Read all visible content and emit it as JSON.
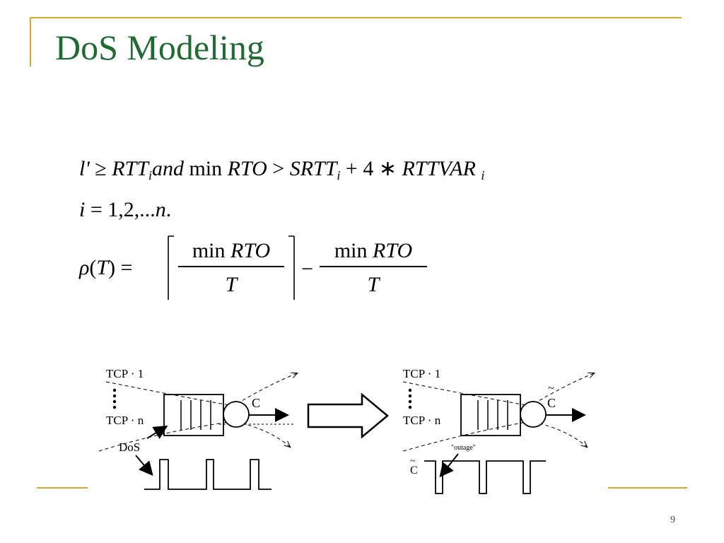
{
  "slide": {
    "title": "DoS Modeling",
    "page_number": "9"
  },
  "equations": {
    "line1": {
      "lhs": "l'",
      "ge": "≥",
      "rtt": "RTT",
      "rtt_sub": "i",
      "and": "and",
      "min": "min",
      "rto": "RTO",
      "gt": ">",
      "srtt": "SRTT",
      "srtt_sub": "i",
      "plus": "+ 4 ∗",
      "rttvar": "RTTVAR",
      "rttvar_sub": "i"
    },
    "line2": {
      "var": "i",
      "eq": "= 1,2,...",
      "n": "n",
      "dot": "."
    },
    "line3": {
      "rho": "ρ",
      "arg_open": "(",
      "arg": "T",
      "arg_close": ")",
      "eq": "=",
      "num_min": "min",
      "num_rto": "RTO",
      "den": "T",
      "minus": "−",
      "num2_min": "min",
      "num2_rto": "RTO",
      "den2": "T"
    }
  },
  "diagram": {
    "left": {
      "tcp1": "TCP · 1",
      "tcpn": "TCP · n",
      "capacity": "C",
      "dos": "DoS"
    },
    "right": {
      "tcp1": "TCP · 1",
      "tcpn": "TCP · n",
      "capacity": "C",
      "capacity_tilde": "~",
      "outage": "\"outage\"",
      "c_axis": "C",
      "c_axis_tilde": "~"
    },
    "colors": {
      "accent": "#d6a92a",
      "title": "#1f6b32"
    }
  }
}
